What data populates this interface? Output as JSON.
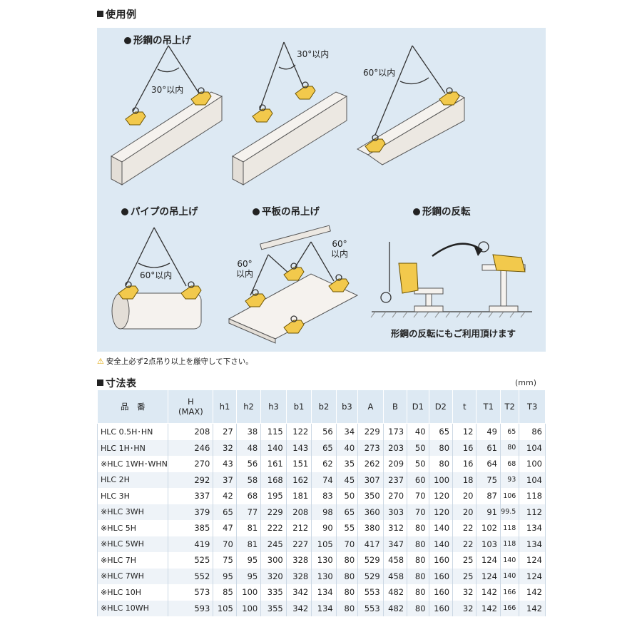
{
  "sections": {
    "usage_title": "使用例",
    "dims_title": "寸法表"
  },
  "captions": {
    "shape_lift": "形鋼の吊上げ",
    "pipe_lift": "パイプの吊上げ",
    "plate_lift": "平板の吊上げ",
    "shape_flip": "形鋼の反転",
    "flip_note": "形鋼の反転にもご利用頂けます"
  },
  "angles": {
    "a1": "30°以内",
    "a2": "30°以内",
    "a3": "60°以内",
    "a4": "60°以内",
    "a5_line1": "60°",
    "a5_line2": "以内",
    "a6_line1": "60°",
    "a6_line2": "以内"
  },
  "warning": "安全上必ず2点吊り以上を厳守して下さい。",
  "unit": "(mm)",
  "colors": {
    "panel_bg": "#dde9f3",
    "clamp_yellow": "#f2c94c",
    "steel_light": "#f5f2ee"
  },
  "table": {
    "headers": [
      "品　番",
      "H\n(MAX)",
      "h1",
      "h2",
      "h3",
      "b1",
      "b2",
      "b3",
      "A",
      "B",
      "D1",
      "D2",
      "t",
      "T1",
      "T2",
      "T3"
    ],
    "rows": [
      [
        "HLC 0.5H･HN",
        "208",
        "27",
        "38",
        "115",
        "122",
        "56",
        "34",
        "229",
        "173",
        "40",
        "65",
        "12",
        "49",
        "65",
        "86"
      ],
      [
        "HLC 1H･HN",
        "246",
        "32",
        "48",
        "140",
        "143",
        "65",
        "40",
        "273",
        "203",
        "50",
        "80",
        "16",
        "61",
        "80",
        "104"
      ],
      [
        "※HLC 1WH･WHN",
        "270",
        "43",
        "56",
        "161",
        "151",
        "62",
        "35",
        "262",
        "209",
        "50",
        "80",
        "16",
        "64",
        "68",
        "100"
      ],
      [
        "HLC 2H",
        "292",
        "37",
        "58",
        "168",
        "162",
        "74",
        "45",
        "307",
        "237",
        "60",
        "100",
        "18",
        "75",
        "93",
        "104"
      ],
      [
        "HLC 3H",
        "337",
        "42",
        "68",
        "195",
        "181",
        "83",
        "50",
        "350",
        "270",
        "70",
        "120",
        "20",
        "87",
        "106",
        "118"
      ],
      [
        "※HLC 3WH",
        "379",
        "65",
        "77",
        "229",
        "208",
        "98",
        "65",
        "360",
        "303",
        "70",
        "120",
        "20",
        "91",
        "99.5",
        "112"
      ],
      [
        "※HLC 5H",
        "385",
        "47",
        "81",
        "222",
        "212",
        "90",
        "55",
        "380",
        "312",
        "80",
        "140",
        "22",
        "102",
        "118",
        "134"
      ],
      [
        "※HLC 5WH",
        "419",
        "70",
        "81",
        "245",
        "227",
        "105",
        "70",
        "417",
        "347",
        "80",
        "140",
        "22",
        "103",
        "118",
        "134"
      ],
      [
        "※HLC 7H",
        "525",
        "75",
        "95",
        "300",
        "328",
        "130",
        "80",
        "529",
        "458",
        "80",
        "160",
        "25",
        "124",
        "140",
        "124"
      ],
      [
        "※HLC 7WH",
        "552",
        "95",
        "95",
        "320",
        "328",
        "130",
        "80",
        "529",
        "458",
        "80",
        "160",
        "25",
        "124",
        "140",
        "124"
      ],
      [
        "※HLC 10H",
        "573",
        "85",
        "100",
        "335",
        "342",
        "134",
        "80",
        "553",
        "482",
        "80",
        "160",
        "32",
        "142",
        "166",
        "142"
      ],
      [
        "※HLC 10WH",
        "593",
        "105",
        "100",
        "355",
        "342",
        "134",
        "80",
        "553",
        "482",
        "80",
        "160",
        "32",
        "142",
        "166",
        "142"
      ]
    ]
  }
}
